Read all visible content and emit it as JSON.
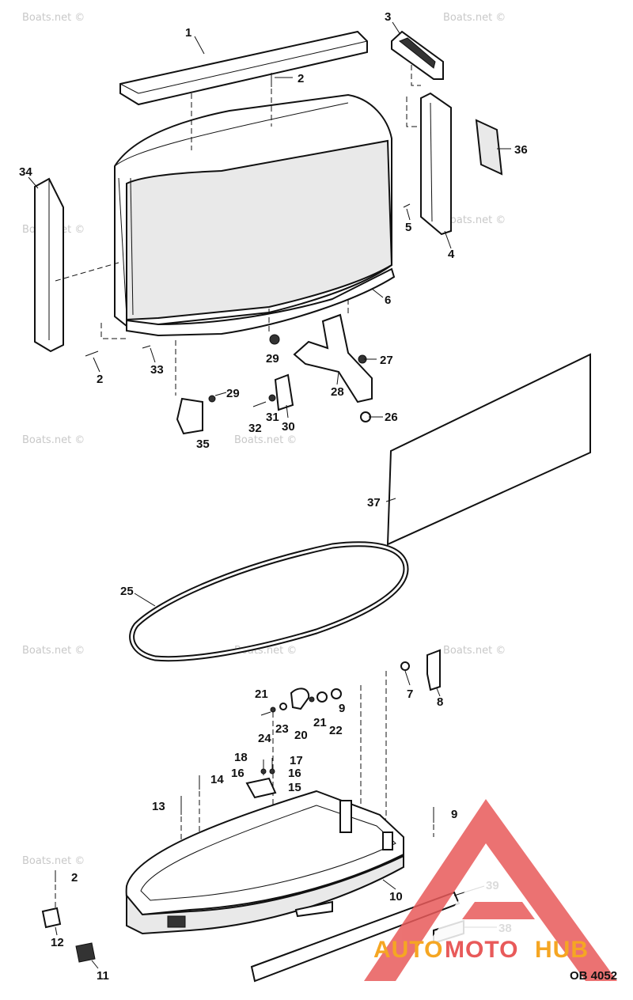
{
  "drawing_code": "OB 4052",
  "watermark": "Boats.net ©",
  "brand": {
    "part1": "AUTO",
    "part2": "MOTO",
    "part3": "HUB",
    "logo_color": "#e85a5a",
    "accent_color": "#f5a623"
  },
  "callouts": [
    "1",
    "2",
    "3",
    "36",
    "34",
    "5",
    "4",
    "6",
    "2",
    "33",
    "29",
    "27",
    "29",
    "31",
    "30",
    "28",
    "26",
    "32",
    "35",
    "37",
    "25",
    "7",
    "8",
    "21",
    "9",
    "23",
    "21",
    "22",
    "20",
    "24",
    "18",
    "17",
    "16",
    "16",
    "14",
    "15",
    "13",
    "9",
    "2",
    "10",
    "39",
    "38",
    "12",
    "11"
  ]
}
